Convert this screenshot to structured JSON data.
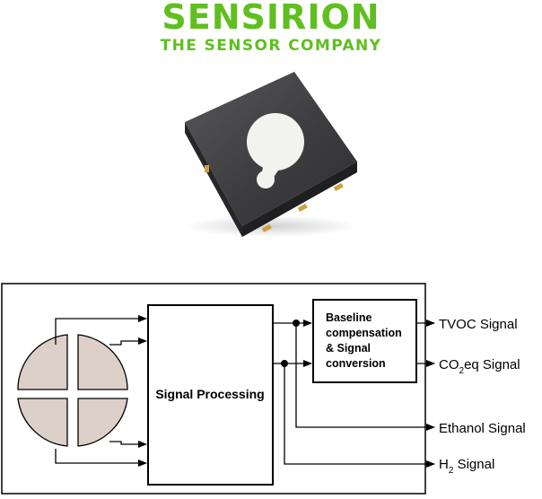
{
  "brand": {
    "name": "SENSIRION",
    "tagline": "THE SENSOR COMPANY",
    "color": "#5fbf1f"
  },
  "product_photo": {
    "icon": "sensor-chip-photo",
    "body_color": "#3d3d3f",
    "window_color": "#f2f2ee",
    "pad_color": "#c9a23e"
  },
  "diagram": {
    "blocks": {
      "processing": "Signal Processing",
      "baseline": [
        "Baseline",
        "compensation",
        "& Signal",
        "conversion"
      ]
    },
    "outputs": {
      "tvoc": "TVOC Signal",
      "co2eq": {
        "prefix": "CO",
        "sub": "2",
        "suffix": "eq Signal"
      },
      "ethanol": "Ethanol Signal",
      "h2": {
        "prefix": "H",
        "sub": "2",
        "suffix": " Signal"
      }
    },
    "sensor_fill": "#ddd0c8"
  }
}
